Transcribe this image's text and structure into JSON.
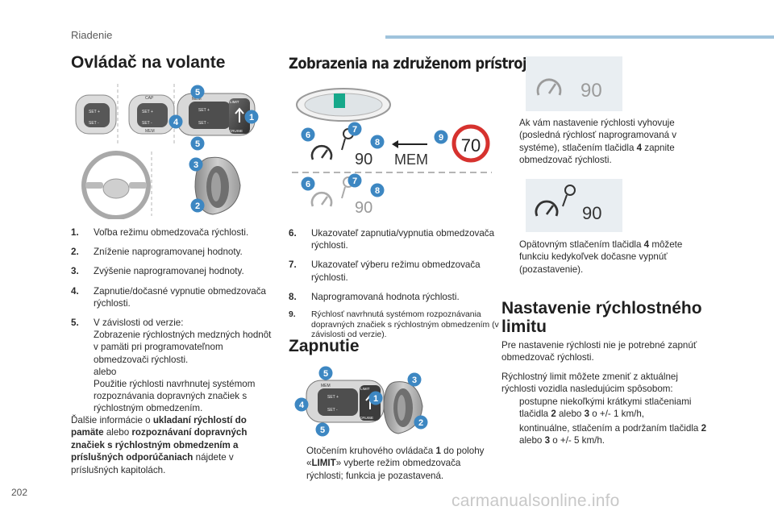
{
  "header": {
    "section": "Riadenie"
  },
  "left": {
    "title": "Ovládač na volante",
    "items": [
      {
        "n": "1.",
        "text": "Voľba režimu obmedzovača rýchlosti."
      },
      {
        "n": "2.",
        "text": "Zníženie naprogramovanej hodnoty."
      },
      {
        "n": "3.",
        "text": "Zvýšenie naprogramovanej hodnoty."
      },
      {
        "n": "4.",
        "text": "Zapnutie/dočasné vypnutie obmedzovača rýchlosti."
      },
      {
        "n": "5.",
        "text": "V závislosti od verzie:",
        "lines": [
          "Zobrazenie rýchlostných medzných hodnôt v pamäti pri programovateľnom obmedzovači rýchlosti.",
          "alebo",
          "Použitie rýchlosti navrhnutej systémom rozpoznávania dopravných značiek s rýchlostným obmedzením."
        ]
      }
    ],
    "more_prefix": "Ďalšie informácie o ",
    "more_bold1": "ukladaní rýchlostí do pamäte",
    "more_mid": " alebo ",
    "more_bold2": "rozpoznávaní dopravných značiek s rýchlostným obmedzením a príslušných odporúčaniach",
    "more_suffix": " nájdete v príslušných kapitolách.",
    "controls": {
      "cap": "CAP",
      "mem": "MEM",
      "set_minus": "SET -",
      "set_plus": "SET +",
      "limit": "LIMIT",
      "cruise": "CRUISE",
      "callouts": [
        "5",
        "4",
        "5",
        "1",
        "3",
        "2"
      ]
    }
  },
  "middle": {
    "title": "Zobrazenia na združenom prístroji",
    "display": {
      "speed_a": "90",
      "mem": "MEM",
      "sign": "70",
      "speed_b": "90",
      "callouts_a": [
        "6",
        "7",
        "8",
        "9"
      ],
      "callouts_b": [
        "6",
        "7",
        "8"
      ]
    },
    "items": [
      {
        "n": "6.",
        "text": "Ukazovateľ zapnutia/vypnutia obmedzovača rýchlosti."
      },
      {
        "n": "7.",
        "text": "Ukazovateľ výberu režimu obmedzovača rýchlosti."
      },
      {
        "n": "8.",
        "text": "Naprogramovaná hodnota rýchlosti."
      },
      {
        "n": "9.",
        "text": "Rýchlosť navrhnutá systémom rozpoznávania dopravných značiek s rýchlostným obmedzením (v závislosti od verzie)."
      }
    ],
    "activation_title": "Zapnutie",
    "activation_callouts": [
      "5",
      "3",
      "4",
      "1",
      "5",
      "2"
    ],
    "activation_marker": "",
    "activation_pre": "Otočením kruhového ovládača ",
    "activation_num": "1",
    "activation_mid": " do polohy «",
    "activation_limit": "LIMIT",
    "activation_post": "» vyberte režim obmedzovača rýchlosti; funkcia je pozastavená."
  },
  "right": {
    "panel1_value": "90",
    "bullet1_marker": "",
    "bullet1_pre": "Ak vám nastavenie rýchlosti vyhovuje (posledná rýchlosť naprogramovaná v systéme), stlačením tlačidla ",
    "bullet1_num": "4",
    "bullet1_post": " zapnite obmedzovač rýchlosti.",
    "panel2_value": "90",
    "bullet2_marker": "",
    "bullet2_pre": "Opätovným stlačením tlačidla ",
    "bullet2_num": "4",
    "bullet2_post": " môžete funkciu kedykoľvek dočasne vypnúť (pozastavenie).",
    "title": "Nastavenie rýchlostného limitu",
    "para1": "Pre nastavenie rýchlosti nie je potrebné zapnúť obmedzovač rýchlosti.",
    "para2": "Rýchlostný limit môžete zmeniť z aktuálnej rýchlosti vozidla nasledujúcim spôsobom:",
    "list": [
      {
        "marker": "",
        "pre": "postupne niekoľkými krátkymi stlačeniami tlačidla ",
        "b1": "2",
        "mid": " alebo ",
        "b2": "3",
        "post": " o +/- 1 km/h,"
      },
      {
        "marker": "",
        "pre": "kontinuálne, stlačením a podržaním tlačidla ",
        "b1": "2",
        "mid": " alebo ",
        "b2": "3",
        "post": " o +/- 5 km/h."
      }
    ]
  },
  "footer": {
    "page": "202",
    "watermark": "carmanualsonline.info"
  },
  "colors": {
    "callout": "#3d87c2",
    "panel": "#e9eef2",
    "accent_bar": "#9fc3dc",
    "limit_sign": "#d6322e"
  }
}
